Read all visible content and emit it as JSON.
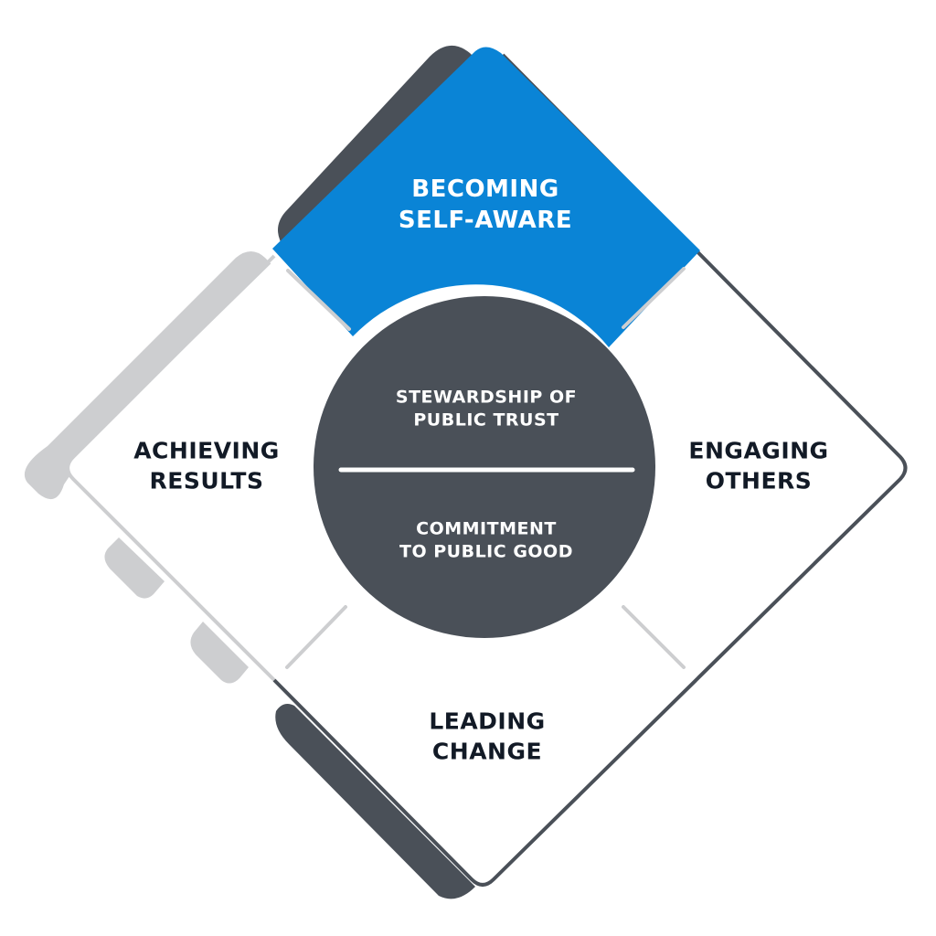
{
  "diagram": {
    "title": "Leadership Framework",
    "colors": {
      "accent_blue": "#0A84D6",
      "dark_gray": "#4A5058",
      "light_gray": "#CDCED0",
      "text_dark": "#121A26",
      "text_light": "#FFFFFF"
    },
    "quadrants": {
      "top": {
        "line1": "BECOMING",
        "line2": "SELF-AWARE",
        "highlighted": true
      },
      "left": {
        "line1": "ACHIEVING",
        "line2": "RESULTS",
        "highlighted": false
      },
      "right": {
        "line1": "ENGAGING",
        "line2": "OTHERS",
        "highlighted": false
      },
      "bottom": {
        "line1": "LEADING",
        "line2": "CHANGE",
        "highlighted": false
      }
    },
    "core": {
      "upper": {
        "line1": "STEWARDSHIP OF",
        "line2": "PUBLIC TRUST"
      },
      "lower": {
        "line1": "COMMITMENT",
        "line2": "TO PUBLIC GOOD"
      }
    }
  }
}
